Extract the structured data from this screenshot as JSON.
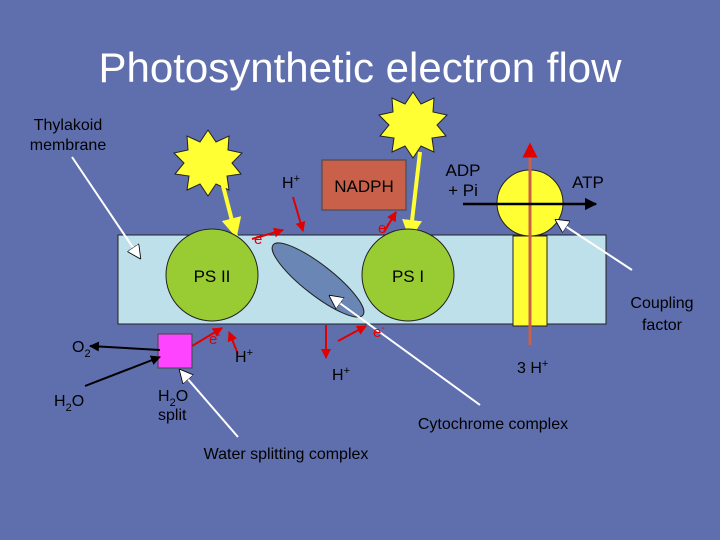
{
  "title": "Photosynthetic electron flow",
  "labels": {
    "thylakoid_line1": "Thylakoid",
    "thylakoid_line2": "membrane",
    "hplus_top_base": "H",
    "nadph": "NADPH",
    "adp_line1": "ADP",
    "adp_line2": "+ Pi",
    "atp": "ATP",
    "e_upper_left": "e",
    "e_upper_right": "e",
    "ps2": "PS II",
    "ps1": "PS I",
    "coupling_line1": "Coupling",
    "coupling_line2": "factor",
    "o2_base": "O",
    "o2_sub": "2",
    "e_lower_left": "e",
    "hplus_lower_left_base": "H",
    "e_lower_right": "e",
    "hplus_lower_mid_base": "H",
    "three_h_base": "3 H",
    "h2o_left_base": "H",
    "h2o_left_sub": "2",
    "h2o_left_end": "O",
    "h2o_split_base": "H",
    "h2o_split_sub": "2",
    "h2o_split_end": "O",
    "split": "split",
    "cytochrome": "Cytochrome complex",
    "water_splitting": "Water splitting complex",
    "plus_sign": "+",
    "minus_sign": "-"
  },
  "colors": {
    "background": "#5f6fae",
    "membrane": "#bde0eb",
    "photosystem": "#99cc33",
    "sun": "#ffff33",
    "yellow_arrow": "#ffff33",
    "red_arrow": "#e00000",
    "cytochrome": "#6a86b5",
    "water_complex": "#ff44ff"
  }
}
